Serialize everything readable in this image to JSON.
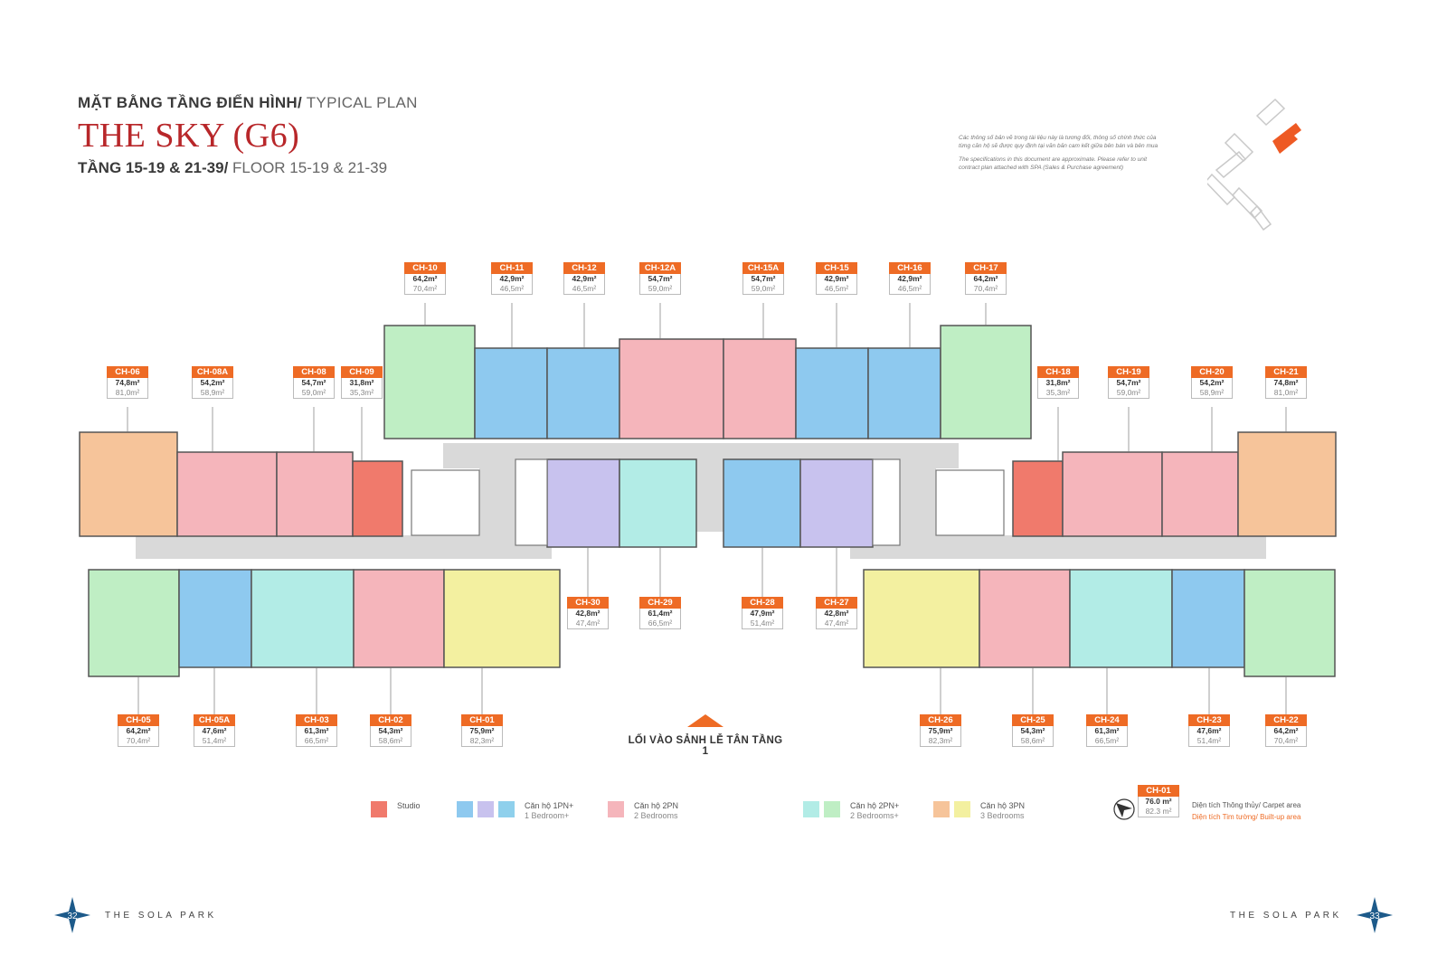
{
  "header": {
    "line1_bold": "MẶT BẰNG TẦNG ĐIỂN HÌNH/",
    "line1_light": " TYPICAL PLAN",
    "title": "THE SKY (G6)",
    "line3_bold": "TẦNG 15-19 & 21-39/",
    "line3_light": " FLOOR 15-19 & 21-39"
  },
  "disclaimer": {
    "vi": "Các thông số bản vẽ trong tài liệu này là tương đối, thông số chính thức của từng căn hộ sẽ được quy định tại văn bản cam kết giữa bên bán và bên mua",
    "en": "The specifications in this document are approximate. Please refer to unit contract plan attached with SPA (Sales & Purchase agreement)"
  },
  "units": [
    {
      "id": "CH-10",
      "carpet": "64,2m²",
      "built": "70,4m²"
    },
    {
      "id": "CH-11",
      "carpet": "42,9m²",
      "built": "46,5m²"
    },
    {
      "id": "CH-12",
      "carpet": "42,9m²",
      "built": "46,5m²"
    },
    {
      "id": "CH-12A",
      "carpet": "54,7m²",
      "built": "59,0m²"
    },
    {
      "id": "CH-15A",
      "carpet": "54,7m²",
      "built": "59,0m²"
    },
    {
      "id": "CH-15",
      "carpet": "42,9m²",
      "built": "46,5m²"
    },
    {
      "id": "CH-16",
      "carpet": "42,9m²",
      "built": "46,5m²"
    },
    {
      "id": "CH-17",
      "carpet": "64,2m²",
      "built": "70,4m²"
    },
    {
      "id": "CH-06",
      "carpet": "74,8m²",
      "built": "81,0m²"
    },
    {
      "id": "CH-08A",
      "carpet": "54,2m²",
      "built": "58,9m²"
    },
    {
      "id": "CH-08",
      "carpet": "54,7m²",
      "built": "59,0m²"
    },
    {
      "id": "CH-09",
      "carpet": "31,8m²",
      "built": "35,3m²"
    },
    {
      "id": "CH-18",
      "carpet": "31,8m²",
      "built": "35,3m²"
    },
    {
      "id": "CH-19",
      "carpet": "54,7m²",
      "built": "59,0m²"
    },
    {
      "id": "CH-20",
      "carpet": "54,2m²",
      "built": "58,9m²"
    },
    {
      "id": "CH-21",
      "carpet": "74,8m²",
      "built": "81,0m²"
    },
    {
      "id": "CH-30",
      "carpet": "42,8m²",
      "built": "47,4m²"
    },
    {
      "id": "CH-29",
      "carpet": "61,4m²",
      "built": "66,5m²"
    },
    {
      "id": "CH-28",
      "carpet": "47,9m²",
      "built": "51,4m²"
    },
    {
      "id": "CH-27",
      "carpet": "42,8m²",
      "built": "47,4m²"
    },
    {
      "id": "CH-05",
      "carpet": "64,2m²",
      "built": "70,4m²"
    },
    {
      "id": "CH-05A",
      "carpet": "47,6m²",
      "built": "51,4m²"
    },
    {
      "id": "CH-03",
      "carpet": "61,3m²",
      "built": "66,5m²"
    },
    {
      "id": "CH-02",
      "carpet": "54,3m²",
      "built": "58,6m²"
    },
    {
      "id": "CH-01",
      "carpet": "75,9m²",
      "built": "82,3m²"
    },
    {
      "id": "CH-26",
      "carpet": "75,9m²",
      "built": "82,3m²"
    },
    {
      "id": "CH-25",
      "carpet": "54,3m²",
      "built": "58,6m²"
    },
    {
      "id": "CH-24",
      "carpet": "61,3m²",
      "built": "66,5m²"
    },
    {
      "id": "CH-23",
      "carpet": "47,6m²",
      "built": "51,4m²"
    },
    {
      "id": "CH-22",
      "carpet": "64,2m²",
      "built": "70,4m²"
    }
  ],
  "entrance": "LỐI VÀO SẢNH LỄ TÂN TẦNG 1",
  "legend": [
    {
      "vi": "Studio",
      "en": "",
      "colors": [
        "#f07a6c"
      ]
    },
    {
      "vi": "Căn hộ 1PN+",
      "en": "1 Bedroom+",
      "colors": [
        "#8ec9ef",
        "#c8c2ee",
        "#8fd0ec"
      ]
    },
    {
      "vi": "Căn hộ 2PN",
      "en": "2 Bedrooms",
      "colors": [
        "#f5b5bb"
      ]
    },
    {
      "vi": "Căn hộ 2PN+",
      "en": "2 Bedrooms+",
      "colors": [
        "#b2ece6",
        "#bfeec4"
      ]
    },
    {
      "vi": "Căn hộ 3PN",
      "en": "3 Bedrooms",
      "colors": [
        "#f6c49a",
        "#f3f0a0"
      ]
    }
  ],
  "compass_label": "B",
  "sample": {
    "id": "CH-01",
    "carpet": "76.0 m²",
    "built": "82.3 m²",
    "carpet_note": "Diện tích Thông thủy/ Carpet area",
    "built_note": "Diện tích Tim tường/ Built-up area"
  },
  "footer": {
    "left_page": "32",
    "right_page": "33",
    "brand": "THE SOLA PARK"
  },
  "colors": {
    "accent": "#ee6b25",
    "title_red": "#b8272a",
    "corridor": "#d9d9d9"
  }
}
